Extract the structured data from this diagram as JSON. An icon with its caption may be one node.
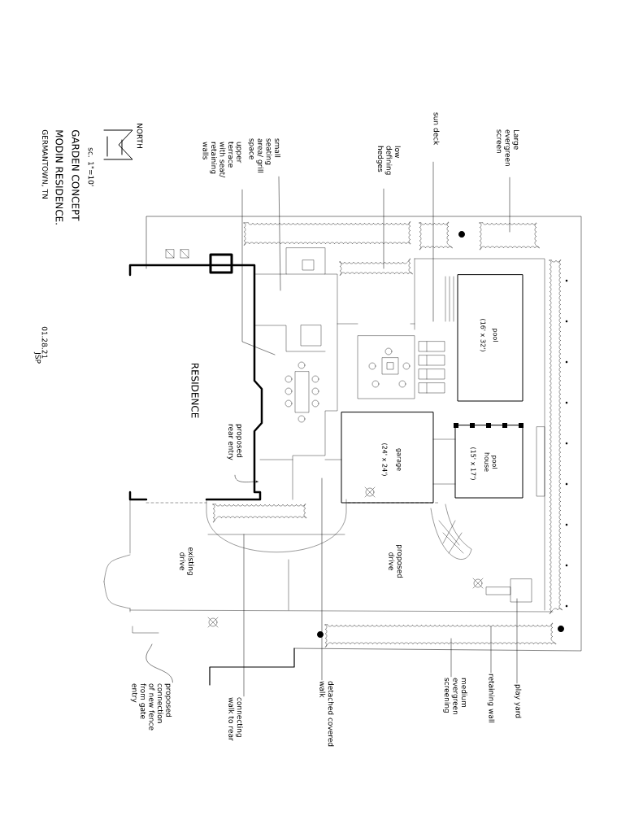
{
  "diagram": {
    "title": "GARDEN CONCEPT",
    "nodes": [
      {
        "text": [
          "Large evergreen screen"
        ]
      },
      {
        "text": [
          "sun deck"
        ]
      },
      {
        "text": [
          "low defining hedges"
        ]
      },
      {
        "text": [
          "small seating area/ grill space"
        ]
      },
      {
        "text": [
          "upper terrace with seat/ retaining walls"
        ]
      },
      {
        "text": [
          "proposed rear entry"
        ]
      },
      {
        "text": [
          "proposed connection of new fence from gate entry"
        ]
      },
      {
        "text": [
          "connecting walk to rear"
        ]
      },
      {
        "text": [
          "detached covered walk"
        ]
      },
      {
        "text": [
          "medium evergreen screening"
        ]
      },
      {
        "text": [
          "retaining wall"
        ]
      },
      {
        "text": [
          "play yard"
        ]
      }
    ],
    "edges": [
      {
        "from": 0,
        "to": null,
        "arrow": "none"
      },
      {
        "from": 1,
        "to": null,
        "arrow": "none"
      },
      {
        "from": 2,
        "to": null,
        "arrow": "none"
      },
      {
        "from": 3,
        "to": null,
        "arrow": "none"
      },
      {
        "from": 4,
        "to": null,
        "arrow": "none"
      },
      {
        "from": 5,
        "to": null,
        "arrow": "to"
      },
      {
        "from": 6,
        "to": null,
        "arrow": "none"
      },
      {
        "from": 7,
        "to": null,
        "arrow": "none"
      },
      {
        "from": 8,
        "to": null,
        "arrow": "none"
      },
      {
        "from": 9,
        "to": null,
        "arrow": "none"
      },
      {
        "from": 10,
        "to": null,
        "arrow": "none"
      },
      {
        "from": 11,
        "to": null,
        "arrow": "none"
      }
    ],
    "labels": [
      "RESIDENCE",
      "pool",
      "(16' x 32')",
      "garage",
      "(24' x 24')",
      "pool house",
      "(15' x 17')",
      "existing drive",
      "proposed drive",
      "NORTH",
      "sc. 1\"=10'",
      "MODIN RESIDENCE.",
      "GERMANTOWN, TN",
      "01.28.21",
      "JSP"
    ]
  }
}
